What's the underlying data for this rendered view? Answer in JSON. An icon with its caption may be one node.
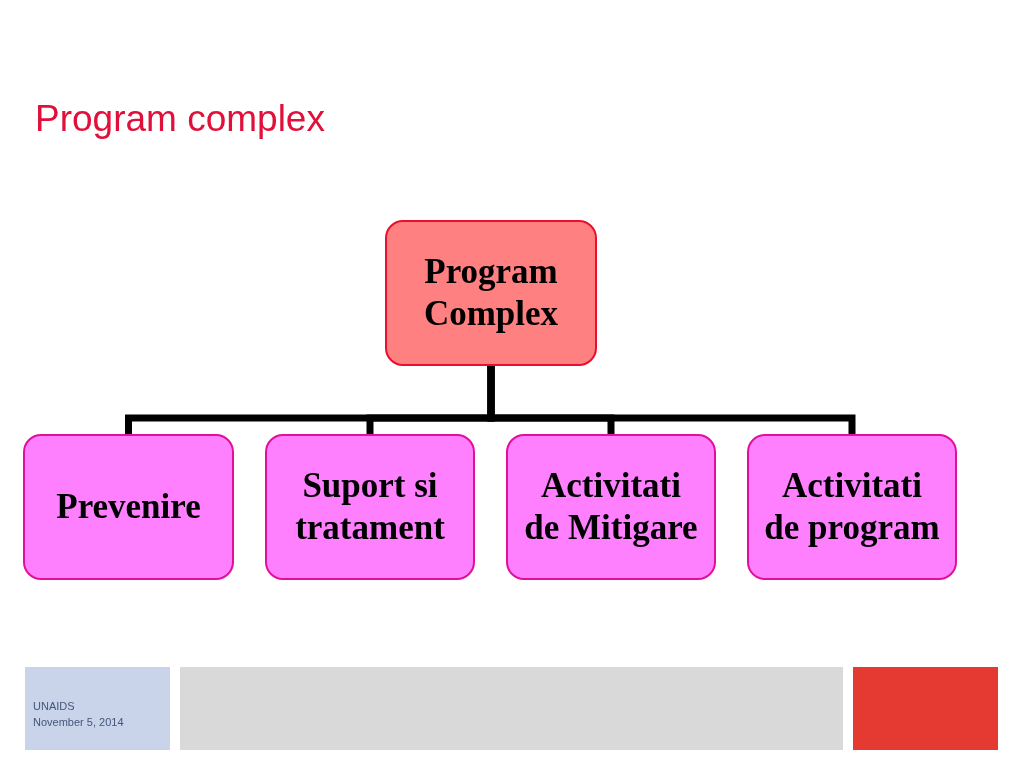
{
  "diagram": {
    "title": "Program complex",
    "nodes": [
      {
        "text": [
          "Program Complex"
        ]
      },
      {
        "text": [
          "Prevenire"
        ]
      },
      {
        "text": [
          "Suport si tratament"
        ]
      },
      {
        "text": [
          "Activitati de Mitigare"
        ]
      },
      {
        "text": [
          "Activitati de program"
        ]
      }
    ],
    "edges": [
      {
        "from": 0,
        "to": 1,
        "arrow": "none"
      },
      {
        "from": 0,
        "to": 2,
        "arrow": "none"
      },
      {
        "from": 0,
        "to": 3,
        "arrow": "none"
      },
      {
        "from": 0,
        "to": 4,
        "arrow": "none"
      }
    ],
    "labels": [
      "UNAIDS",
      "November 5, 2014"
    ]
  }
}
